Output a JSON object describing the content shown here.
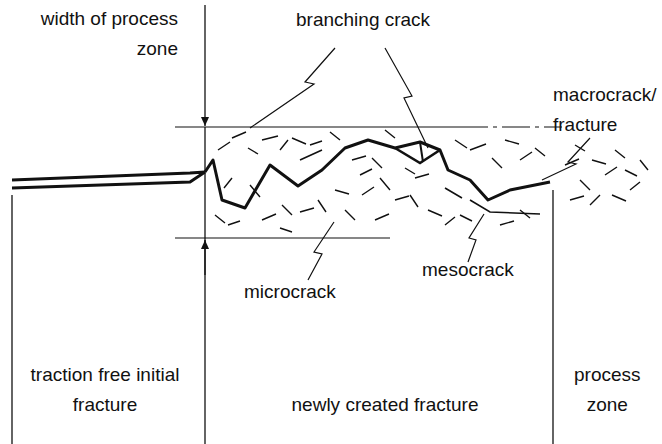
{
  "diagram": {
    "labels": [
      "width of process zone",
      "branching crack",
      "macrocrack/ fracture",
      "microcrack",
      "mesocrack",
      "traction free initial fracture",
      "newly created fracture",
      "process zone"
    ]
  }
}
